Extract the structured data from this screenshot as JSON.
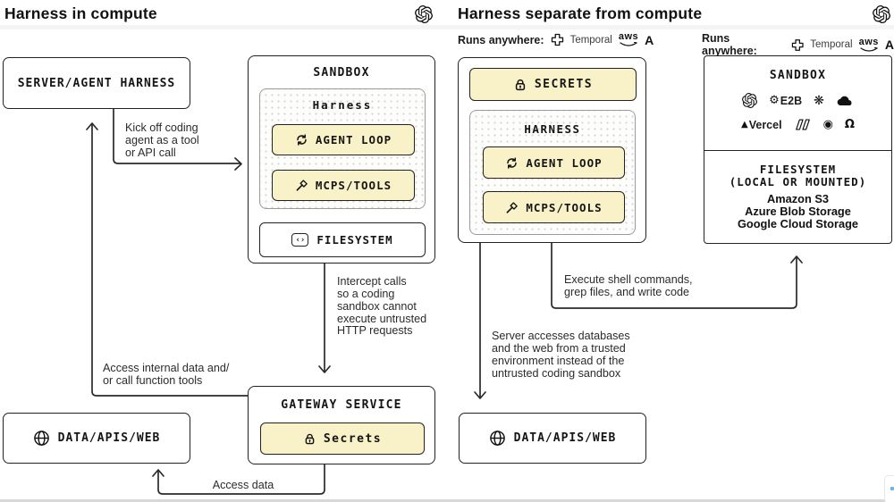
{
  "left_panel": {
    "title": "Harness in compute",
    "server_box": {
      "label": "SERVER/AGENT HARNESS"
    },
    "sandbox": {
      "title": "SANDBOX",
      "harness_title": "Harness",
      "agent_loop": "AGENT LOOP",
      "mcps_tools": "MCPS/TOOLS",
      "filesystem": "FILESYSTEM"
    },
    "gateway": {
      "title": "GATEWAY SERVICE",
      "secrets": "Secrets"
    },
    "data_box": {
      "label": "DATA/APIS/WEB"
    },
    "annotations": {
      "kick_off": [
        "Kick off coding",
        "agent as a tool",
        "or API call"
      ],
      "intercept": [
        "Intercept calls",
        "so a coding",
        "sandbox cannot",
        "execute untrusted",
        "HTTP requests"
      ],
      "access_internal": [
        "Access internal data and/",
        "or call function tools"
      ],
      "access_data": "Access data"
    }
  },
  "right_panel": {
    "title": "Harness separate from compute",
    "runs_anywhere": {
      "label": "Runs anywhere:",
      "temporal": "Temporal",
      "aws": "aws",
      "anthropic": "A"
    },
    "server_box": {
      "secrets": "SECRETS",
      "harness_title": "HARNESS",
      "agent_loop": "AGENT LOOP",
      "mcps_tools": "MCPS/TOOLS"
    },
    "sandbox": {
      "title": "SANDBOX",
      "e2b_label": "E2B",
      "vercel_label": "Vercel",
      "filesystem_line1": "FILESYSTEM",
      "filesystem_line2": "(LOCAL OR MOUNTED)",
      "storage": [
        "Amazon S3",
        "Azure Blob Storage",
        "Google Cloud Storage"
      ]
    },
    "data_box": {
      "label": "DATA/APIS/WEB"
    },
    "annotations": {
      "execute": [
        "Execute shell commands,",
        "grep files, and write code"
      ],
      "server_accesses": [
        "Server accesses databases",
        "and the web from a trusted",
        "environment instead of the",
        "untrusted coding sandbox"
      ]
    }
  },
  "icons": {
    "gear": "⚙",
    "spark": "❋",
    "sphere": "◉",
    "omega": "Ω",
    "vercel_triangle": "▲",
    "code": "‹›"
  },
  "colors": {
    "highlight_fill": "#f9f1c8",
    "box_border": "#222222",
    "dotted_border": "#9b9b9b",
    "annotation_text": "#2b2b2b"
  }
}
